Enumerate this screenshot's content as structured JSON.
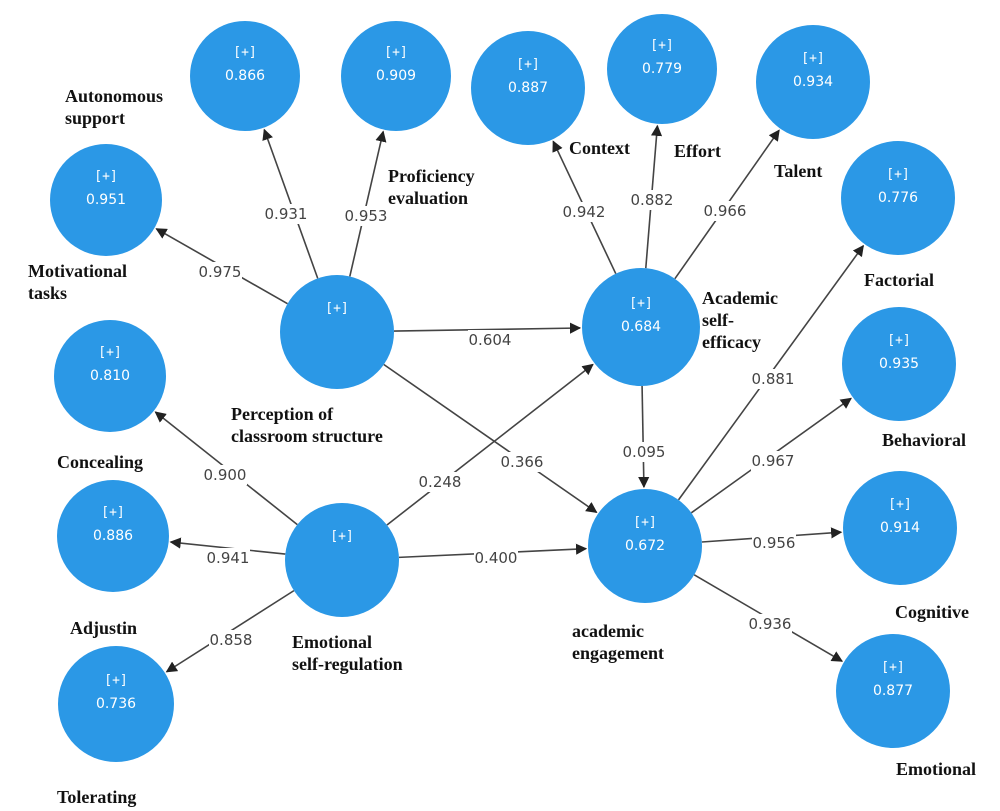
{
  "nodes": {
    "autonomous": {
      "plus": "[+]",
      "value": "0.866",
      "label": [
        "Autonomous",
        "support"
      ]
    },
    "proficiency": {
      "plus": "[+]",
      "value": "0.909",
      "label": [
        "Proficiency",
        "evaluation"
      ]
    },
    "context": {
      "plus": "[+]",
      "value": "0.887",
      "label": [
        "Context"
      ]
    },
    "effort": {
      "plus": "[+]",
      "value": "0.779",
      "label": [
        "Effort"
      ]
    },
    "talent": {
      "plus": "[+]",
      "value": "0.934",
      "label": [
        "Talent"
      ]
    },
    "motivational": {
      "plus": "[+]",
      "value": "0.951",
      "label": [
        "Motivational",
        "tasks"
      ]
    },
    "factorial": {
      "plus": "[+]",
      "value": "0.776",
      "label": [
        "Factorial"
      ]
    },
    "pcs": {
      "plus": "[+]",
      "value": "",
      "label": [
        "Perception of",
        "classroom structure"
      ]
    },
    "ase": {
      "plus": "[+]",
      "value": "0.684",
      "label": [
        "Academic",
        "self-",
        "efficacy"
      ]
    },
    "concealing": {
      "plus": "[+]",
      "value": "0.810",
      "label": [
        "Concealing"
      ]
    },
    "behavioral": {
      "plus": "[+]",
      "value": "0.935",
      "label": [
        "Behavioral"
      ]
    },
    "adjustin": {
      "plus": "[+]",
      "value": "0.886",
      "label": [
        "Adjustin"
      ]
    },
    "esr": {
      "plus": "[+]",
      "value": "",
      "label": [
        "Emotional",
        "self-regulation"
      ]
    },
    "ae": {
      "plus": "[+]",
      "value": "0.672",
      "label": [
        "academic",
        "engagement"
      ]
    },
    "cognitive": {
      "plus": "[+]",
      "value": "0.914",
      "label": [
        "Cognitive"
      ]
    },
    "tolerating": {
      "plus": "[+]",
      "value": "0.736",
      "label": [
        "Tolerating"
      ]
    },
    "emotional": {
      "plus": "[+]",
      "value": "0.877",
      "label": [
        "Emotional"
      ]
    }
  },
  "edges": [
    {
      "id": "pcs-autonomous",
      "from": "pcs",
      "to": "autonomous",
      "weight": "0.931"
    },
    {
      "id": "pcs-proficiency",
      "from": "pcs",
      "to": "proficiency",
      "weight": "0.953"
    },
    {
      "id": "pcs-motivational",
      "from": "pcs",
      "to": "motivational",
      "weight": "0.975"
    },
    {
      "id": "pcs-ase",
      "from": "pcs",
      "to": "ase",
      "weight": "0.604"
    },
    {
      "id": "pcs-ae",
      "from": "pcs",
      "to": "ae",
      "weight": "0.366"
    },
    {
      "id": "ase-context",
      "from": "ase",
      "to": "context",
      "weight": "0.942"
    },
    {
      "id": "ase-effort",
      "from": "ase",
      "to": "effort",
      "weight": "0.882"
    },
    {
      "id": "ase-talent",
      "from": "ase",
      "to": "talent",
      "weight": "0.966"
    },
    {
      "id": "ase-ae",
      "from": "ase",
      "to": "ae",
      "weight": "0.095"
    },
    {
      "id": "esr-concealing",
      "from": "esr",
      "to": "concealing",
      "weight": "0.900"
    },
    {
      "id": "esr-adjustin",
      "from": "esr",
      "to": "adjustin",
      "weight": "0.941"
    },
    {
      "id": "esr-tolerating",
      "from": "esr",
      "to": "tolerating",
      "weight": "0.858"
    },
    {
      "id": "esr-ase",
      "from": "esr",
      "to": "ase",
      "weight": "0.248"
    },
    {
      "id": "esr-ae",
      "from": "esr",
      "to": "ae",
      "weight": "0.400"
    },
    {
      "id": "ae-factorial",
      "from": "ae",
      "to": "factorial",
      "weight": "0.881"
    },
    {
      "id": "ae-behavioral",
      "from": "ae",
      "to": "behavioral",
      "weight": "0.967"
    },
    {
      "id": "ae-cognitive",
      "from": "ae",
      "to": "cognitive",
      "weight": "0.956"
    },
    {
      "id": "ae-emotional",
      "from": "ae",
      "to": "emotional",
      "weight": "0.936"
    }
  ]
}
